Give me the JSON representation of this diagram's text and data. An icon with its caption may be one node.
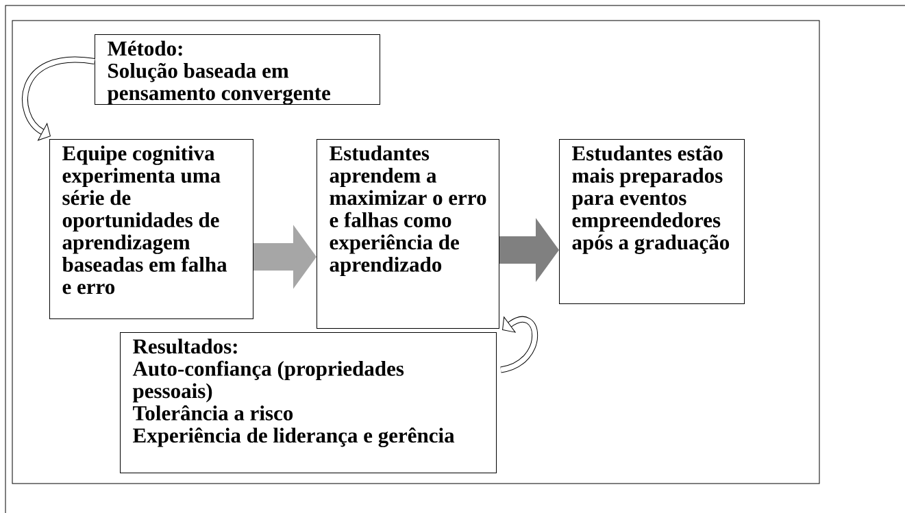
{
  "diagram": {
    "nodes": [
      {
        "text": [
          "Método:",
          "Solução baseada em pensamento convergente"
        ]
      },
      {
        "text": [
          "Equipe cognitiva experimenta uma série de oportunidades de aprendizagem baseadas em falha e erro"
        ]
      },
      {
        "text": [
          "Estudantes aprendem a maximizar o erro e falhas como experiência de aprendizado"
        ]
      },
      {
        "text": [
          "Estudantes estão mais preparados para eventos empreendedores após a graduação"
        ]
      },
      {
        "text": [
          "Resultados:",
          "Auto-confiança (propriedades pessoais)",
          "Tolerância a risco",
          "Experiência de liderança e gerência"
        ]
      }
    ],
    "edges": [
      {
        "from": 0,
        "to": 1,
        "arrow": "to"
      },
      {
        "from": 1,
        "to": 2,
        "arrow": "to",
        "style": "thick",
        "color": "#a6a6a6"
      },
      {
        "from": 2,
        "to": 3,
        "arrow": "to",
        "style": "thick",
        "color": "#808080"
      },
      {
        "from": 4,
        "to": 2,
        "arrow": "to"
      }
    ]
  }
}
